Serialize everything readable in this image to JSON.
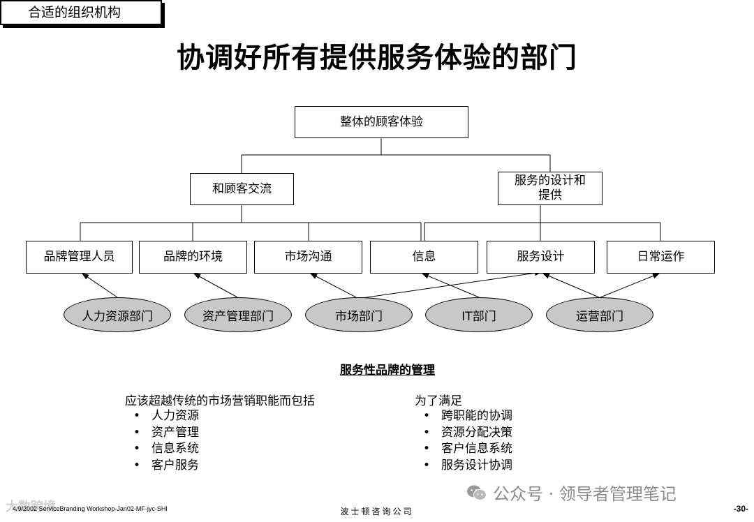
{
  "header": {
    "section_tag": "合适的组织机构",
    "title": "协调好所有提供服务体验的部门"
  },
  "diagram": {
    "root": "整体的顾客体验",
    "level2": [
      "和顾客交流",
      "服务的设计和\n提供"
    ],
    "level3": [
      "品牌管理人员",
      "品牌的环境",
      "市场沟通",
      "信息",
      "服务设计",
      "日常运作"
    ],
    "departments": [
      "人力资源部门",
      "资产管理部门",
      "市场部门",
      "IT部门",
      "运营部门"
    ]
  },
  "management": {
    "title": "服务性品牌的管理",
    "left": {
      "heading": "应该超越传统的市场营销职能而包括",
      "items": [
        "人力资源",
        "资产管理",
        "信息系统",
        "客户服务"
      ]
    },
    "right": {
      "heading": "为了满足",
      "items": [
        "跨职能的协调",
        "资源分配决策",
        "客户信息系统",
        "服务设计协调"
      ]
    }
  },
  "footer": {
    "left": "4/9/2002 ServiceBranding Workshop-Jan02-MF-jyc-SHI",
    "center": "波士顿咨询公司",
    "page": "-30-",
    "watermark_left": "大数跨境",
    "watermark_right": "公众号 · 领导者管理笔记"
  },
  "colors": {
    "ellipse_fill": "#c8c8c8",
    "line": "#000000"
  }
}
